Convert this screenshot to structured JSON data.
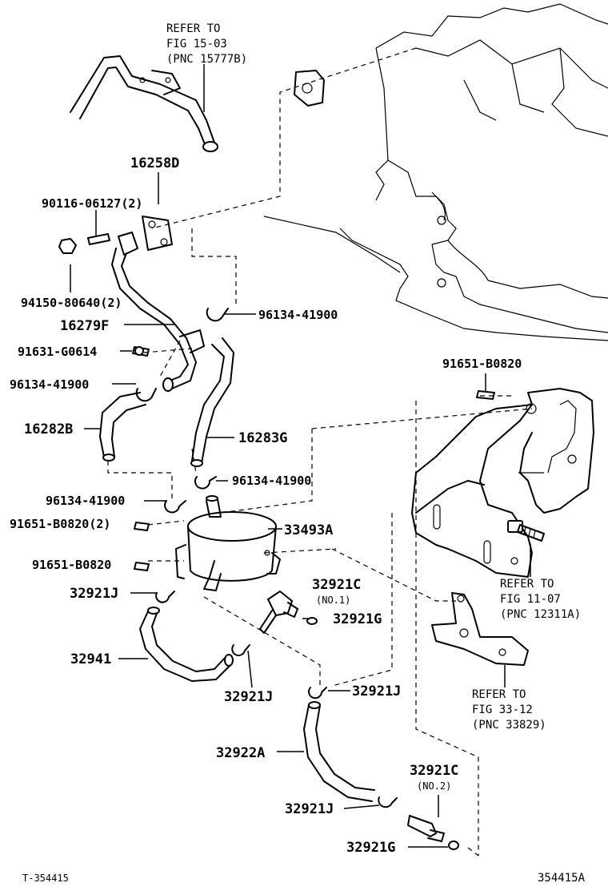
{
  "diagram": {
    "ref_fig_15": [
      "REFER TO",
      "FIG 15-03",
      "(PNC 15777B)"
    ],
    "ref_fig_11": [
      "REFER TO",
      "FIG  11-07",
      "(PNC 12311A)"
    ],
    "ref_fig_33": [
      "REFER TO",
      "FIG  33-12",
      "(PNC 33829)"
    ],
    "parts": {
      "p16258D": "16258D",
      "p90116": "90116-06127(2)",
      "p94150": "94150-80640(2)",
      "p16279F": "16279F",
      "p91631": "91631-G0614",
      "p96134_a": "96134-41900",
      "p96134_b": "96134-41900",
      "p96134_c": "96134-41900",
      "p96134_d": "96134-41900",
      "p16282B": "16282B",
      "p16283G": "16283G",
      "p91651_a": "91651-B0820",
      "p91651_b": "91651-B0820(2)",
      "p91651_c": "91651-B0820",
      "p33493A": "33493A",
      "p32921J_a": "32921J",
      "p32921C_a": "32921C",
      "p32921C_a_sub": "(NO.1)",
      "p32921G_a": "32921G",
      "p32941": "32941",
      "p32921J_b": "32921J",
      "p32921J_c": "32921J",
      "p32922A": "32922A",
      "p32921C_b": "32921C",
      "p32921C_b_sub": "(NO.2)",
      "p32921J_d": "32921J",
      "p32921G_b": "32921G"
    },
    "footer_left": "T-354415",
    "footer_right": "354415A"
  }
}
